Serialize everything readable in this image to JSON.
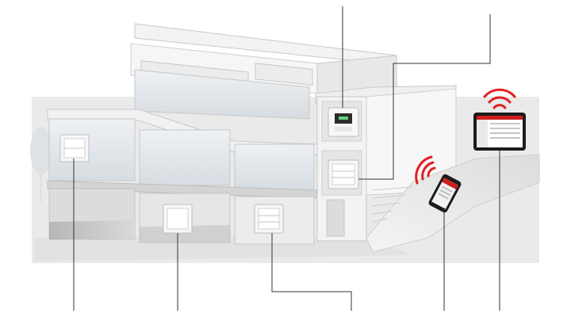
{
  "scene": {
    "subject": "smart-home-installation-cutaway",
    "colors": {
      "background": "#ffffff",
      "wall": "#f1f1f1",
      "wall_edge": "#c9c9c9",
      "glass": "#dde3e8",
      "floor": "#bdbdbd",
      "shadow": "#d3d3d3",
      "leader_line": "#333333",
      "signal": "#e02020",
      "device_body": "#f7f7f7",
      "screen": "#1e1e1e",
      "app_accent": "#cc1f1f"
    }
  },
  "devices": [
    {
      "id": "keypad-left",
      "kind": "wall-keypad",
      "icon": "two-button-switch-icon"
    },
    {
      "id": "thermostat",
      "kind": "room-thermostat",
      "icon": "thermostat-display-icon"
    },
    {
      "id": "keypad-right",
      "kind": "wall-keypad",
      "icon": "three-button-switch-icon"
    },
    {
      "id": "switch-single",
      "kind": "wall-switch",
      "icon": "single-rocker-switch-icon"
    },
    {
      "id": "keypad-center",
      "kind": "wall-keypad",
      "icon": "three-button-switch-icon"
    },
    {
      "id": "smartphone",
      "kind": "mobile-app",
      "icon": "smartphone-icon",
      "signal_icon": "wifi-signal-icon"
    },
    {
      "id": "tablet",
      "kind": "tablet-app",
      "icon": "tablet-icon",
      "signal_icon": "wifi-signal-icon"
    }
  ]
}
